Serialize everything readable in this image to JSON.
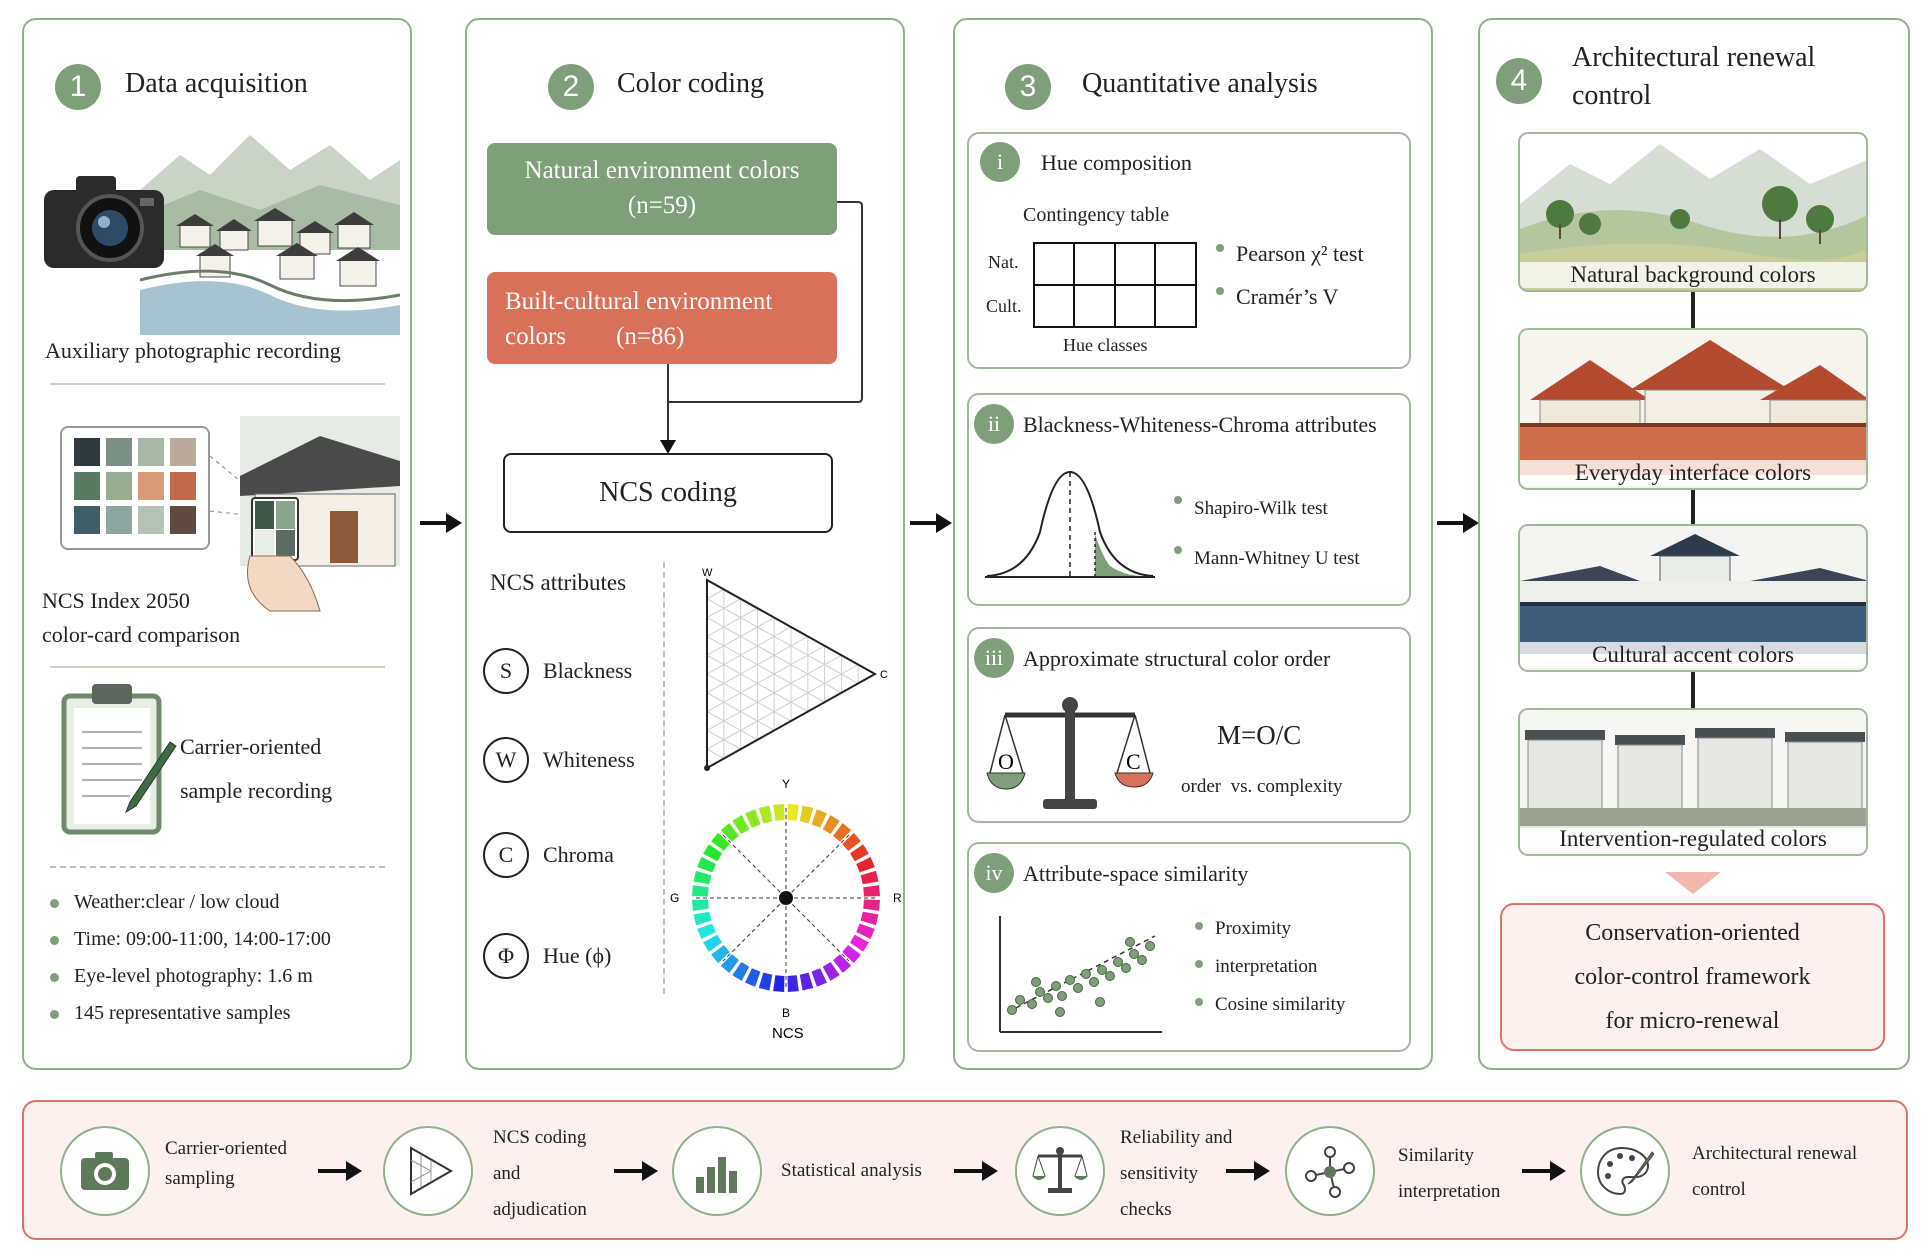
{
  "panel1": {
    "number": "1",
    "title": "Data acquisition",
    "photo_caption": "Auxiliary photographic recording",
    "ncs_caption_line1": "NCS Index 2050",
    "ncs_caption_line2": "color-card comparison",
    "carrier_line1": "Carrier-oriented",
    "carrier_line2": "sample recording",
    "bullets": [
      "Weather:clear / low cloud",
      "Time: 09:00-11:00, 14:00-17:00",
      "Eye-level photography: 1.6 m",
      "145 representative samples"
    ],
    "swatch_colors": [
      "#2f3a3e",
      "#7c8f84",
      "#a9b5a6",
      "#b9a99a",
      "#5b7a62",
      "#9aac92",
      "#d99a7a",
      "#c06a4c",
      "#3e5e68",
      "#8fa6a0",
      "#b7c2b6",
      "#5f4b44"
    ]
  },
  "panel2": {
    "number": "2",
    "title": "Color coding",
    "natural_line1": "Natural environment colors",
    "natural_line2": "(n=59)",
    "natural_color": "#7e9f7a",
    "built_line1": "Built-cultural environment",
    "built_line2_a": "colors",
    "built_line2_b": "(n=86)",
    "built_color": "#d9705a",
    "ncs_coding": "NCS coding",
    "attributes_heading": "NCS attributes",
    "attributes": [
      {
        "symbol": "S",
        "label": "Blackness"
      },
      {
        "symbol": "W",
        "label": "Whiteness"
      },
      {
        "symbol": "C",
        "label": "Chroma"
      },
      {
        "symbol": "Φ",
        "label": "Hue (ϕ)"
      }
    ],
    "triangle_labels": {
      "w": "W",
      "c": "C"
    },
    "circle_labels": {
      "y": "Y",
      "r": "R",
      "b": "B",
      "g": "G",
      "ncs": "NCS"
    }
  },
  "panel3": {
    "number": "3",
    "title": "Quantitative analysis",
    "i": {
      "num": "i",
      "title": "Hue composition",
      "table_title": "Contingency table",
      "row1": "Nat.",
      "row2": "Cult.",
      "xlabel": "Hue classes",
      "bullets": [
        "Pearson χ² test",
        "Cramér’s V"
      ]
    },
    "ii": {
      "num": "ii",
      "title": "Blackness-Whiteness-Chroma attributes",
      "bullets": [
        "Shapiro-Wilk test",
        "Mann-Whitney U test"
      ]
    },
    "iii": {
      "num": "iii",
      "title": "Approximate structural color order",
      "formula": "M=O/C",
      "formula_note": "order  vs. complexity",
      "pan_left": "O",
      "pan_right": "C"
    },
    "iv": {
      "num": "iv",
      "title": "Attribute-space similarity",
      "bullets": [
        "Proximity",
        "interpretation",
        "Cosine similarity"
      ]
    }
  },
  "panel4": {
    "number": "4",
    "title_line1": "Architectural renewal",
    "title_line2": "control",
    "boxes": [
      "Natural background colors",
      "Everyday interface colors",
      "Cultural accent colors",
      "Intervention-regulated colors"
    ],
    "framework_line1": "Conservation-oriented",
    "framework_line2": "color-control framework",
    "framework_line3": "for micro-renewal"
  },
  "strip": {
    "steps": [
      {
        "icon": "camera-icon",
        "lines": [
          "Carrier-oriented",
          "sampling"
        ]
      },
      {
        "icon": "triangle-icon",
        "lines": [
          "NCS coding",
          "and",
          "adjudication"
        ]
      },
      {
        "icon": "bar-chart-icon",
        "lines": [
          "Statistical analysis"
        ]
      },
      {
        "icon": "scale-icon",
        "lines": [
          "Reliability and",
          "sensitivity",
          "checks"
        ]
      },
      {
        "icon": "network-icon",
        "lines": [
          "Similarity",
          "interpretation"
        ]
      },
      {
        "icon": "palette-icon",
        "lines": [
          "Architectural renewal",
          "control"
        ]
      }
    ]
  },
  "colors": {
    "green": "#7e9f7a",
    "green_border": "#8fb08a",
    "red": "#d9705a",
    "red_border": "#d9746a",
    "strip_bg": "#fcf1ee"
  }
}
